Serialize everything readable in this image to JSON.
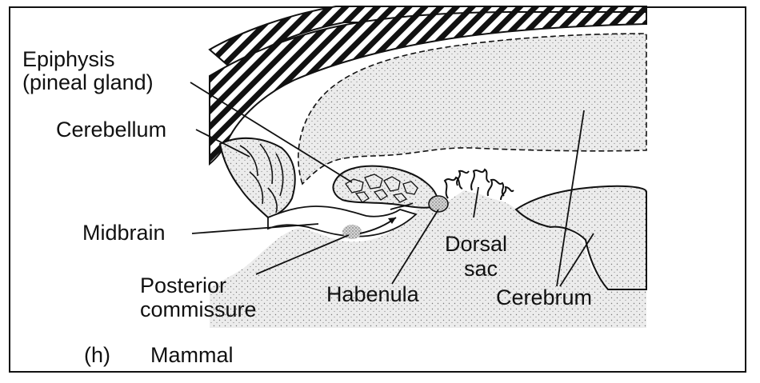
{
  "labels": {
    "epiphysis_line1": "Epiphysis",
    "epiphysis_line2": "(pineal gland)",
    "cerebellum": "Cerebellum",
    "midbrain": "Midbrain",
    "posterior_line1": "Posterior",
    "posterior_line2": "commissure",
    "habenula": "Habenula",
    "dorsal_line1": "Dorsal",
    "dorsal_line2": "sac",
    "cerebrum": "Cerebrum"
  },
  "caption": {
    "letter": "(h)",
    "title": "Mammal"
  },
  "colors": {
    "ink": "#111111",
    "stipple_bg": "#e3e3e3",
    "tissue_bg": "#efefef",
    "paper": "#ffffff"
  }
}
